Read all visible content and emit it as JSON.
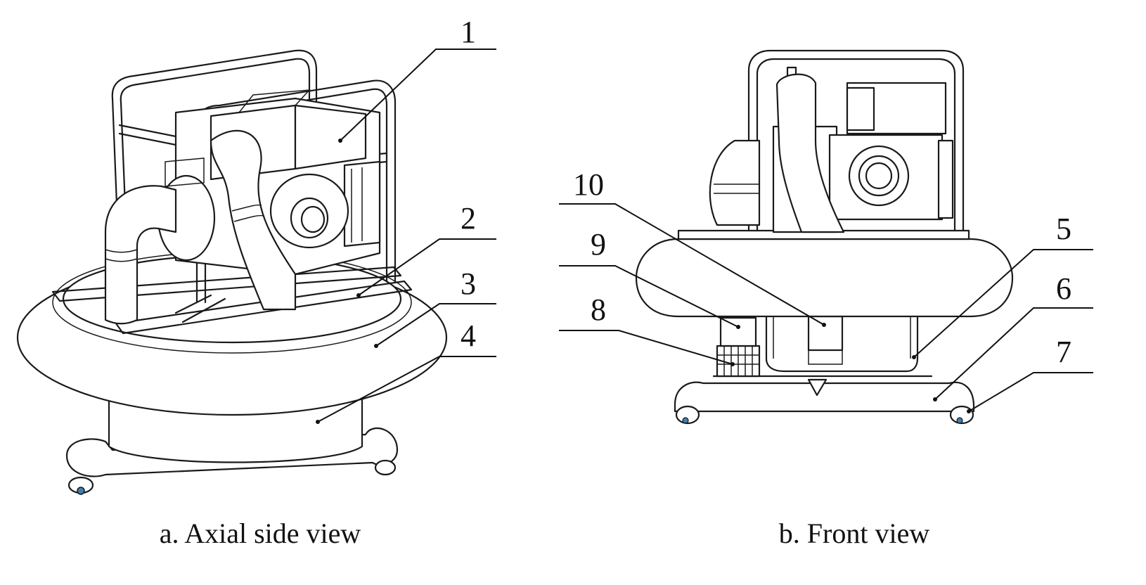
{
  "figure": {
    "left_caption": "a. Axial side view",
    "right_caption": "b. Front view"
  },
  "labels": [
    "1",
    "2",
    "3",
    "4",
    "5",
    "6",
    "7",
    "8",
    "9",
    "10"
  ],
  "colors": {
    "line": "#1a1a1a",
    "background": "#ffffff",
    "caster_accent": "#3a7fb5"
  }
}
